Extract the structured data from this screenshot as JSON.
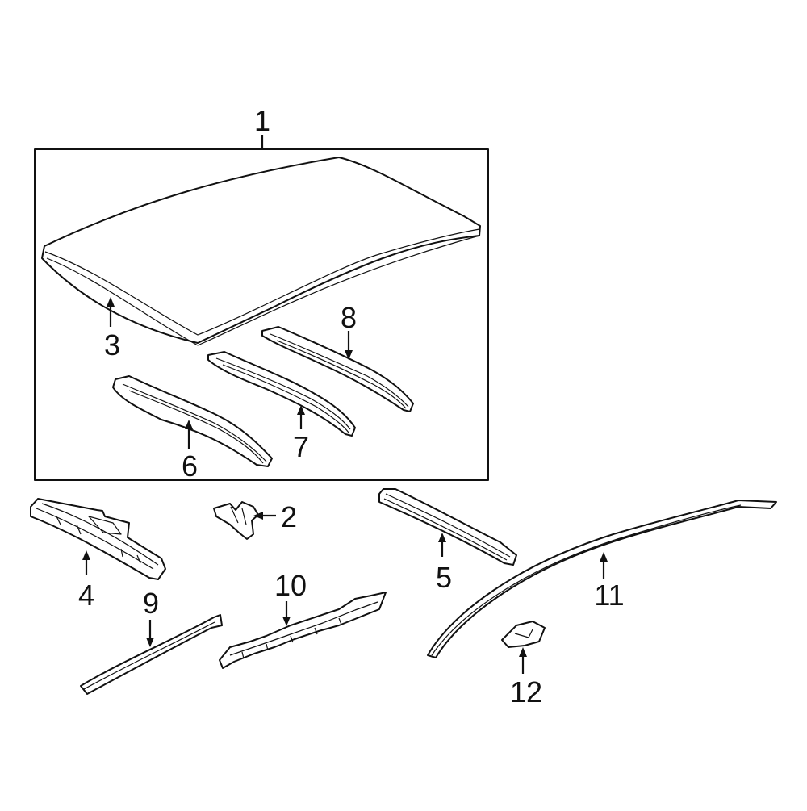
{
  "diagram": {
    "highlight_color": "#2f4bb8",
    "callouts": {
      "c1": "1",
      "c2": "2",
      "c3": "3",
      "c4": "4",
      "c5": "5",
      "c6": "6",
      "c7": "7",
      "c8": "8",
      "c9": "9",
      "c10": "10",
      "c11": "11",
      "c12": "12"
    }
  }
}
